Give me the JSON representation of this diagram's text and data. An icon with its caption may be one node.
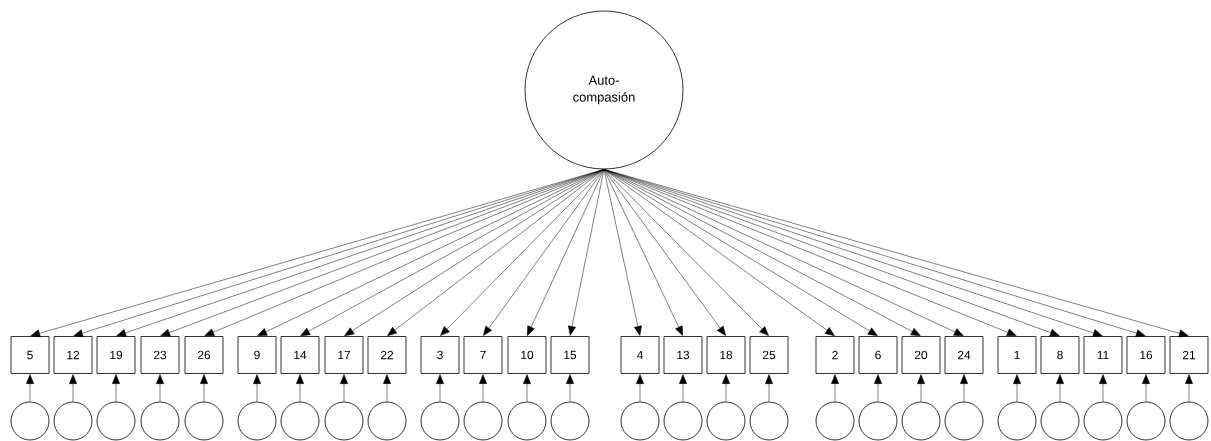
{
  "diagram": {
    "nodes": [
      {
        "text": [
          "Auto- compasión"
        ]
      },
      {
        "text": [
          "5"
        ]
      },
      {
        "text": [
          "12"
        ]
      },
      {
        "text": [
          "19"
        ]
      },
      {
        "text": [
          "23"
        ]
      },
      {
        "text": [
          "26"
        ]
      },
      {
        "text": [
          "9"
        ]
      },
      {
        "text": [
          "14"
        ]
      },
      {
        "text": [
          "17"
        ]
      },
      {
        "text": [
          "22"
        ]
      },
      {
        "text": [
          "3"
        ]
      },
      {
        "text": [
          "7"
        ]
      },
      {
        "text": [
          "10"
        ]
      },
      {
        "text": [
          "15"
        ]
      },
      {
        "text": [
          "4"
        ]
      },
      {
        "text": [
          "13"
        ]
      },
      {
        "text": [
          "18"
        ]
      },
      {
        "text": [
          "25"
        ]
      },
      {
        "text": [
          "2"
        ]
      },
      {
        "text": [
          "6"
        ]
      },
      {
        "text": [
          "20"
        ]
      },
      {
        "text": [
          "24"
        ]
      },
      {
        "text": [
          "1"
        ]
      },
      {
        "text": [
          "8"
        ]
      },
      {
        "text": [
          "11"
        ]
      },
      {
        "text": [
          "16"
        ]
      },
      {
        "text": [
          "21"
        ]
      },
      {
        "text": [],
        "shape": "circle"
      },
      {
        "text": [],
        "shape": "circle"
      },
      {
        "text": [],
        "shape": "circle"
      },
      {
        "text": [],
        "shape": "circle"
      },
      {
        "text": [],
        "shape": "circle"
      },
      {
        "text": [],
        "shape": "circle"
      },
      {
        "text": [],
        "shape": "circle"
      },
      {
        "text": [],
        "shape": "circle"
      },
      {
        "text": [],
        "shape": "circle"
      },
      {
        "text": [],
        "shape": "circle"
      },
      {
        "text": [],
        "shape": "circle"
      },
      {
        "text": [],
        "shape": "circle"
      },
      {
        "text": [],
        "shape": "circle"
      },
      {
        "text": [],
        "shape": "circle"
      },
      {
        "text": [],
        "shape": "circle"
      },
      {
        "text": [],
        "shape": "circle"
      },
      {
        "text": [],
        "shape": "circle"
      },
      {
        "text": [],
        "shape": "circle"
      },
      {
        "text": [],
        "shape": "circle"
      },
      {
        "text": [],
        "shape": "circle"
      },
      {
        "text": [],
        "shape": "circle"
      },
      {
        "text": [],
        "shape": "circle"
      },
      {
        "text": [],
        "shape": "circle"
      },
      {
        "text": [],
        "shape": "circle"
      },
      {
        "text": [],
        "shape": "circle"
      },
      {
        "text": [],
        "shape": "circle"
      }
    ],
    "edges": [
      {
        "from": 0,
        "to": 1,
        "arrow": "to"
      },
      {
        "from": 0,
        "to": 2,
        "arrow": "to"
      },
      {
        "from": 0,
        "to": 3,
        "arrow": "to"
      },
      {
        "from": 0,
        "to": 4,
        "arrow": "to"
      },
      {
        "from": 0,
        "to": 5,
        "arrow": "to"
      },
      {
        "from": 0,
        "to": 6,
        "arrow": "to"
      },
      {
        "from": 0,
        "to": 7,
        "arrow": "to"
      },
      {
        "from": 0,
        "to": 8,
        "arrow": "to"
      },
      {
        "from": 0,
        "to": 9,
        "arrow": "to"
      },
      {
        "from": 0,
        "to": 10,
        "arrow": "to"
      },
      {
        "from": 0,
        "to": 11,
        "arrow": "to"
      },
      {
        "from": 0,
        "to": 12,
        "arrow": "to"
      },
      {
        "from": 0,
        "to": 13,
        "arrow": "to"
      },
      {
        "from": 0,
        "to": 14,
        "arrow": "to"
      },
      {
        "from": 0,
        "to": 15,
        "arrow": "to"
      },
      {
        "from": 0,
        "to": 16,
        "arrow": "to"
      },
      {
        "from": 0,
        "to": 17,
        "arrow": "to"
      },
      {
        "from": 0,
        "to": 18,
        "arrow": "to"
      },
      {
        "from": 0,
        "to": 19,
        "arrow": "to"
      },
      {
        "from": 0,
        "to": 20,
        "arrow": "to"
      },
      {
        "from": 0,
        "to": 21,
        "arrow": "to"
      },
      {
        "from": 0,
        "to": 22,
        "arrow": "to"
      },
      {
        "from": 0,
        "to": 23,
        "arrow": "to"
      },
      {
        "from": 0,
        "to": 24,
        "arrow": "to"
      },
      {
        "from": 0,
        "to": 25,
        "arrow": "to"
      },
      {
        "from": 0,
        "to": 26,
        "arrow": "to"
      },
      {
        "from": 27,
        "to": 1,
        "arrow": "to"
      },
      {
        "from": 28,
        "to": 2,
        "arrow": "to"
      },
      {
        "from": 29,
        "to": 3,
        "arrow": "to"
      },
      {
        "from": 30,
        "to": 4,
        "arrow": "to"
      },
      {
        "from": 31,
        "to": 5,
        "arrow": "to"
      },
      {
        "from": 32,
        "to": 6,
        "arrow": "to"
      },
      {
        "from": 33,
        "to": 7,
        "arrow": "to"
      },
      {
        "from": 34,
        "to": 8,
        "arrow": "to"
      },
      {
        "from": 35,
        "to": 9,
        "arrow": "to"
      },
      {
        "from": 36,
        "to": 10,
        "arrow": "to"
      },
      {
        "from": 37,
        "to": 11,
        "arrow": "to"
      },
      {
        "from": 38,
        "to": 12,
        "arrow": "to"
      },
      {
        "from": 39,
        "to": 13,
        "arrow": "to"
      },
      {
        "from": 40,
        "to": 14,
        "arrow": "to"
      },
      {
        "from": 41,
        "to": 15,
        "arrow": "to"
      },
      {
        "from": 42,
        "to": 16,
        "arrow": "to"
      },
      {
        "from": 43,
        "to": 17,
        "arrow": "to"
      },
      {
        "from": 44,
        "to": 18,
        "arrow": "to"
      },
      {
        "from": 45,
        "to": 19,
        "arrow": "to"
      },
      {
        "from": 46,
        "to": 20,
        "arrow": "to"
      },
      {
        "from": 47,
        "to": 21,
        "arrow": "to"
      },
      {
        "from": 48,
        "to": 22,
        "arrow": "to"
      },
      {
        "from": 49,
        "to": 23,
        "arrow": "to"
      },
      {
        "from": 50,
        "to": 24,
        "arrow": "to"
      },
      {
        "from": 51,
        "to": 25,
        "arrow": "to"
      },
      {
        "from": 52,
        "to": 26,
        "arrow": "to"
      }
    ]
  }
}
